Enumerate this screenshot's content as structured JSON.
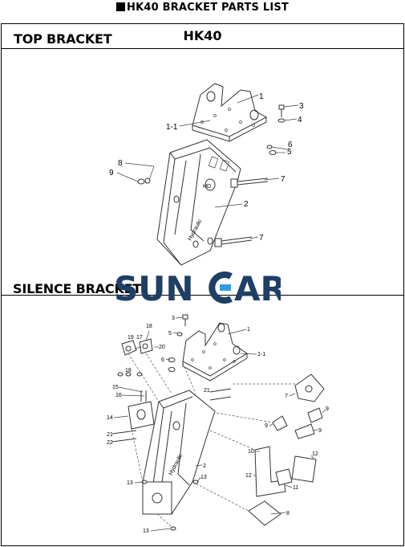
{
  "document": {
    "title": "HK40 BRACKET PARTS LIST",
    "model": "HK40"
  },
  "sections": [
    {
      "title": "TOP BRACKET",
      "callouts": [
        "1",
        "1-1",
        "2",
        "3",
        "4",
        "5",
        "6",
        "7",
        "7",
        "8",
        "9"
      ]
    },
    {
      "title": "SILENCE BRACKET",
      "callouts": [
        "1",
        "1-1",
        "2",
        "3",
        "5",
        "6",
        "7",
        "8",
        "9",
        "9",
        "9",
        "10",
        "11",
        "12",
        "12",
        "13",
        "13",
        "13",
        "14",
        "15",
        "16",
        "17",
        "18",
        "18",
        "19",
        "20",
        "21",
        "21",
        "22"
      ]
    }
  ],
  "watermark": {
    "text_left": "SUN",
    "text_right": "AR",
    "color_dark": "#1e3f66",
    "color_accent": "#2f9be0"
  },
  "colors": {
    "line": "#333333",
    "text": "#000000",
    "background": "#ffffff"
  }
}
